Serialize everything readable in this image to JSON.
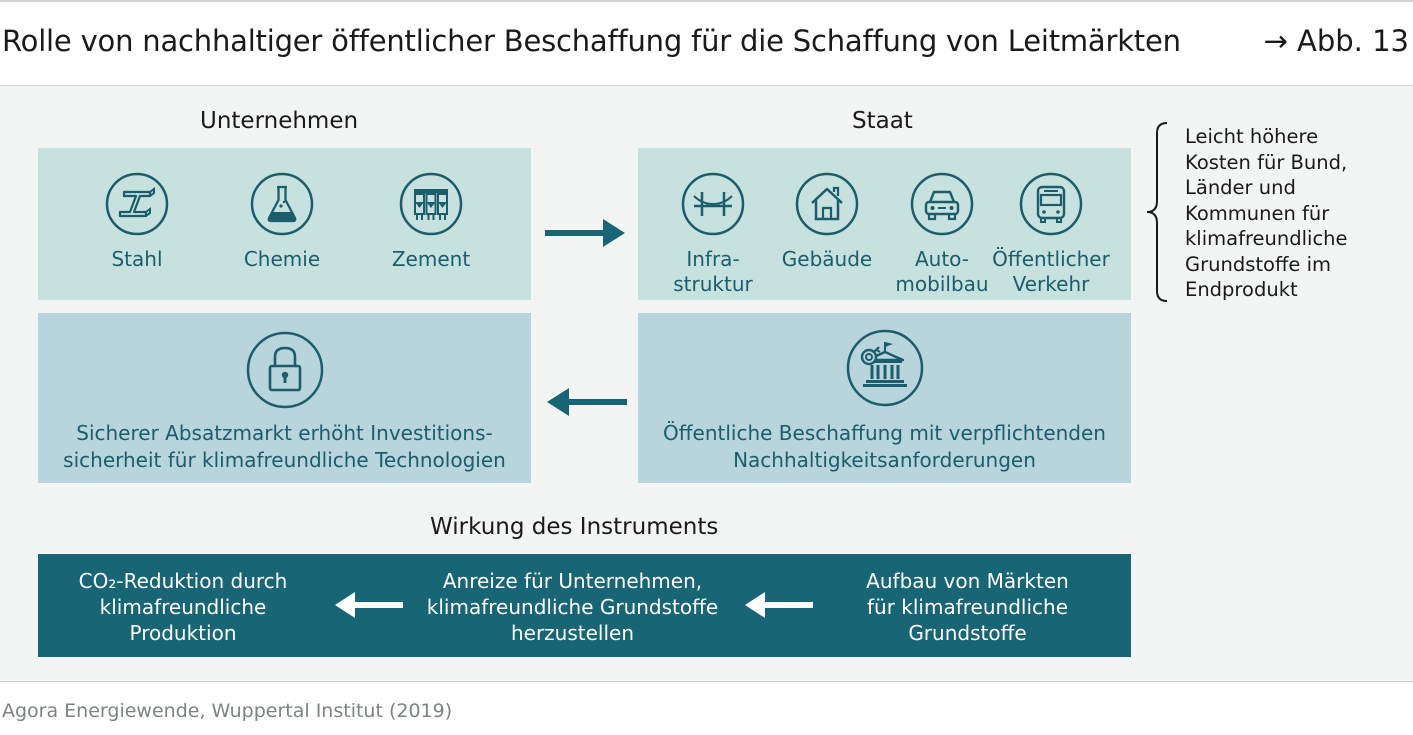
{
  "header": {
    "title": "Rolle von nachhaltiger öffentlicher Beschaffung für die Schaffung von Leitmärkten",
    "figure_ref": "→ Abb. 13"
  },
  "left_column": {
    "heading": "Unternehmen",
    "items": [
      {
        "label": "Stahl",
        "icon": "steel-beam-icon"
      },
      {
        "label": "Chemie",
        "icon": "flask-icon"
      },
      {
        "label": "Zement",
        "icon": "cement-silo-icon"
      }
    ],
    "outcome": {
      "icon": "lock-icon",
      "line1": "Sicherer Absatzmarkt erhöht Investitions-",
      "line2": "sicherheit für klimafreundliche Technologien"
    }
  },
  "right_column": {
    "heading": "Staat",
    "items": [
      {
        "line1": "Infra-",
        "line2": "struktur",
        "icon": "bridge-icon"
      },
      {
        "line1": "Gebäude",
        "line2": "",
        "icon": "house-icon"
      },
      {
        "line1": "Auto-",
        "line2": "mobilbau",
        "icon": "car-icon"
      },
      {
        "line1": "Öffentlicher",
        "line2": "Verkehr",
        "icon": "bus-icon"
      }
    ],
    "procurement": {
      "icon": "government-building-icon",
      "line1": "Öffentliche Beschaffung mit verpflichtenden",
      "line2": "Nachhaltigkeitsanforderungen"
    }
  },
  "side_note": {
    "lines": [
      "Leicht höhere",
      "Kosten für Bund,",
      "Länder und",
      "Kommunen für",
      "klimafreundliche",
      "Grundstoffe im",
      "Endprodukt"
    ]
  },
  "effect": {
    "heading": "Wirkung des Instruments",
    "steps": [
      {
        "line1": "CO₂-Reduktion durch",
        "line2": "klimafreundliche",
        "line3": "Produktion"
      },
      {
        "line1": "Anreize für Unternehmen,",
        "line2": "klimafreundliche Grundstoffe",
        "line3": "herzustellen"
      },
      {
        "line1": "Aufbau von Märkten",
        "line2": "für klimafreundliche",
        "line3": "Grundstoffe"
      }
    ]
  },
  "source": "Agora Energiewende, Wuppertal Institut (2019)",
  "colors": {
    "dark_teal": "#176575",
    "text_teal": "#1b5d6b",
    "light_box": "#c7e1df",
    "mid_box": "#b8d4dc",
    "background": "#f3f4f4"
  }
}
